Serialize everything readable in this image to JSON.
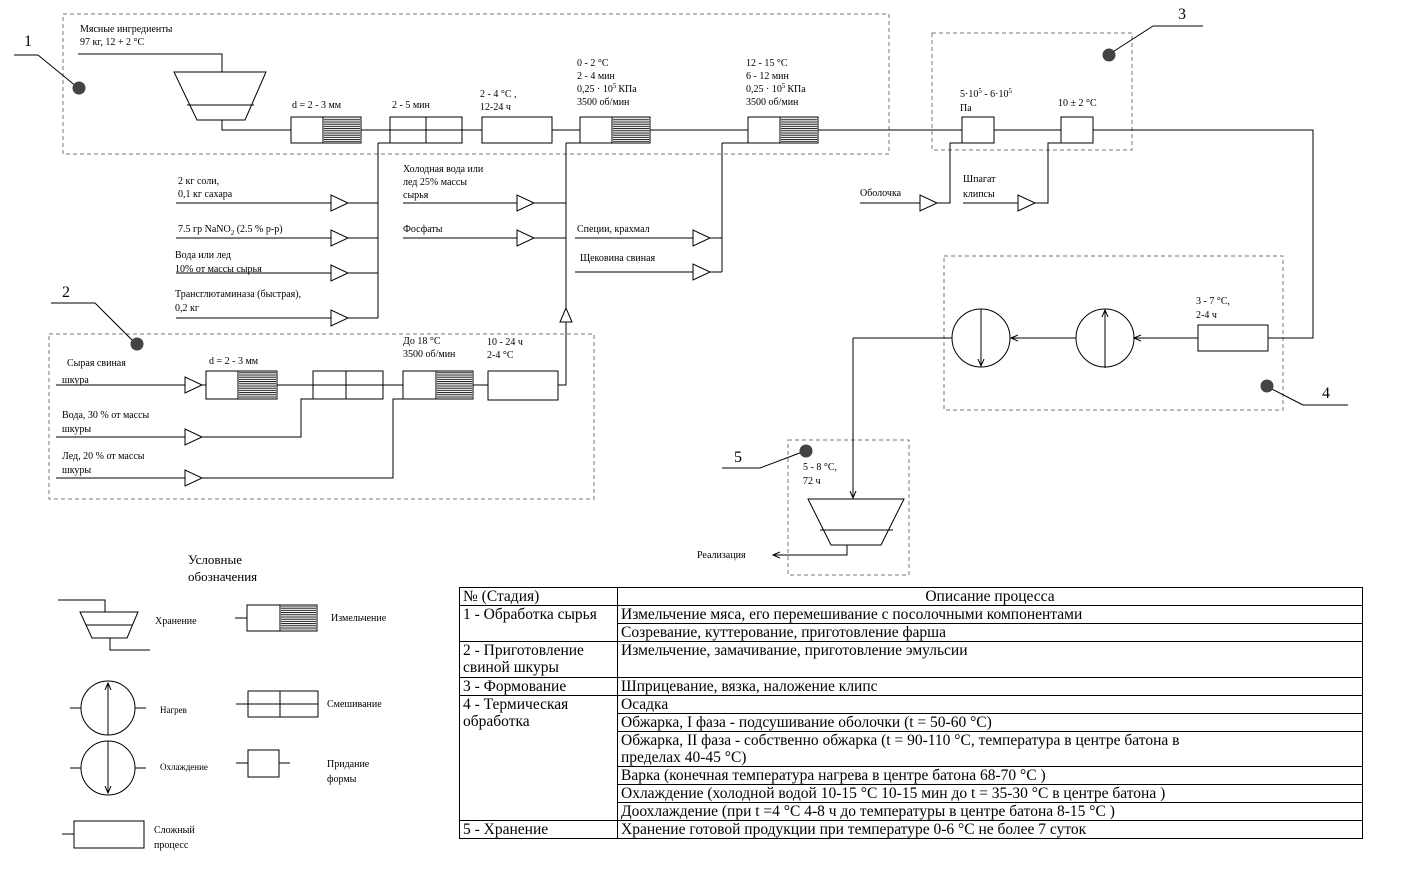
{
  "zone_labels": [
    "1",
    "2",
    "3",
    "4",
    "5"
  ],
  "zone1": {
    "meat_line1": "Мясные ингредиенты",
    "meat_line2": "97 кг, 12 + 2 °C",
    "grind1": "d = 2 - 3 мм",
    "mix1": "2 - 5 мин",
    "ripen1": "2 - 4 °C ,",
    "ripen2": "12-24 ч",
    "cutter1_1": "0 - 2 °C",
    "cutter1_2": "2 - 4 мин",
    "cutter1_3": "0,25 · 10",
    "cutter1_exp": "5",
    "cutter1_unit": "КПа",
    "cutter1_4": "3500 об/мин",
    "cutter2_1": "12 - 15 °C",
    "cutter2_2": "6 - 12 мин",
    "cutter2_3": "0,25 · 10",
    "cutter2_exp": "5",
    "cutter2_unit": "КПа",
    "cutter2_4": "3500 об/мин"
  },
  "additives": {
    "salt1": "2 кг соли,",
    "salt2": "0,1 кг сахара",
    "nitrite_a": "7.5 гр NaNO",
    "nitrite_sub": "2",
    "nitrite_b": " (2.5 % р-р)",
    "water1": "Вода или лед",
    "water2": "10% от массы сырья",
    "tg1": "Трансглютаминаза (быстрая),",
    "tg2": "0,2 кг",
    "cold1": "Холодная вода или",
    "cold2": "лед  25% массы",
    "cold3": "сырья",
    "phosphates": "Фосфаты",
    "spices": "Специи, крахмал",
    "shank": "Щековина свиная"
  },
  "zone2": {
    "skin1": "Сырая свиная",
    "skin2": "шкура",
    "grind": "d = 2 - 3 мм",
    "water1": "Вода, 30 % от массы",
    "water2": "шкуры",
    "ice1": "Лед, 20 % от массы",
    "ice2": "шкуры",
    "emul1": "До 18 °C",
    "emul2": "3500 об/мин",
    "soak1": "10 - 24 ч",
    "soak2": "2-4 °C"
  },
  "zone3": {
    "press1": "5·10",
    "press_exp1": "5",
    "press_mid": " - 6·10",
    "press_exp2": "5",
    "press_unit": "Па",
    "temp": "10 ± 2 °C",
    "casing": "Оболочка",
    "twine1": "Шпагат",
    "twine2": "клипсы"
  },
  "zone4": {
    "cond1": "3 - 7 °C,",
    "cond2": "2-4 ч"
  },
  "zone5": {
    "cond1": "5 - 8 °C,",
    "cond2": "72 ч",
    "realization": "Реализация"
  },
  "legend": {
    "title1": "Условные",
    "title2": "обозначения",
    "storage": "Хранение",
    "grinding": "Измельчение",
    "heating": "Нагрев",
    "mixing": "Смешивание",
    "cooling": "Охлаждение",
    "shaping1": "Придание",
    "shaping2": "формы",
    "complex1": "Сложный",
    "complex2": "процесс"
  },
  "table": {
    "header_stage": "№  (Стадия)",
    "header_desc": "Описание процесса",
    "stages": {
      "s1": "1 - Обработка сырья",
      "s2": "2 - Приготовление свиной шкуры",
      "s3": "3 - Формование",
      "s4": "4 - Термическая обработка",
      "s5": "5 - Хранение"
    },
    "rows": [
      "Измельчение мяса, его перемешивание с посолочными компонентами",
      "Созревание, куттерование, приготовление фарша",
      "Измельчение, замачивание, приготовление эмульсии",
      "Шприцевание, вязка, наложение клипс",
      "Осадка",
      "Обжарка, I фаза - подсушивание оболочки (t = 50-60 °C)",
      "Обжарка, II фаза - собственно обжарка (t = 90-110 °C, температура в центре батона в пределах 40-45 °C)",
      "Варка (конечная температура нагрева в центре батона 68-70 °C )",
      "Охлаждение (холодной водой 10-15 °C 10-15 мин до t = 35-30 °C в центре батона )",
      "Доохлаждение (при t =4 °C 4-8 ч до температуры в центре батона 8-15 °C )",
      "Хранение готовой продукции при температуре 0-6 °C не более 7 суток"
    ]
  }
}
